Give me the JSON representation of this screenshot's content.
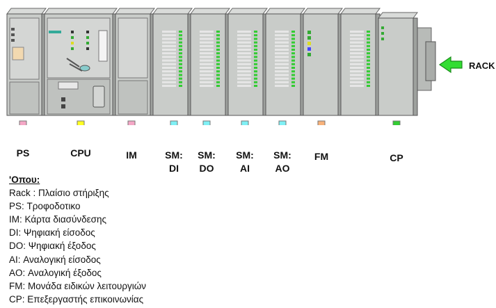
{
  "rack_label": "RACK",
  "modules": [
    {
      "id": "ps",
      "label": "PS",
      "label_line2": "",
      "arrow_color": "#f4a7c6"
    },
    {
      "id": "cpu",
      "label": "CPU",
      "label_line2": "",
      "arrow_color": "#ffff22"
    },
    {
      "id": "im",
      "label": "IM",
      "label_line2": "",
      "arrow_color": "#f4a7c6"
    },
    {
      "id": "di",
      "label": "SM:",
      "label_line2": "DI",
      "arrow_color": "#7ff0f5"
    },
    {
      "id": "do",
      "label": "SM:",
      "label_line2": "DO",
      "arrow_color": "#7ff0f5"
    },
    {
      "id": "ai",
      "label": "SM:",
      "label_line2": "AI",
      "arrow_color": "#7ff0f5"
    },
    {
      "id": "ao",
      "label": "SM:",
      "label_line2": "AO",
      "arrow_color": "#7ff0f5"
    },
    {
      "id": "fm",
      "label": "FM",
      "label_line2": "",
      "arrow_color": "#f8b27a"
    },
    {
      "id": "cp",
      "label": "CP",
      "label_line2": "",
      "arrow_color": "#33cc33"
    }
  ],
  "colors": {
    "rack_arrow": "#33dd33",
    "module_body": "#c9ccc9",
    "module_dark": "#8b8f8b",
    "led_green": "#33cc33"
  },
  "legend": {
    "title": "'Οπου:",
    "items": [
      "Rack : Πλαίσιο στήριξης",
      "PS: Τροφοδοτικο",
      "IM: Κάρτα διασύνδεσης",
      "DI: Ψηφιακή είσοδος",
      "DO: Ψηφιακή έξοδος",
      "AI: Αναλογική είσοδος",
      "AO: Αναλογική έξοδος",
      "FM: Μονάδα ειδικών λειτουργιών",
      "CP: Επεξεργαστής επικοινωνίας"
    ]
  }
}
